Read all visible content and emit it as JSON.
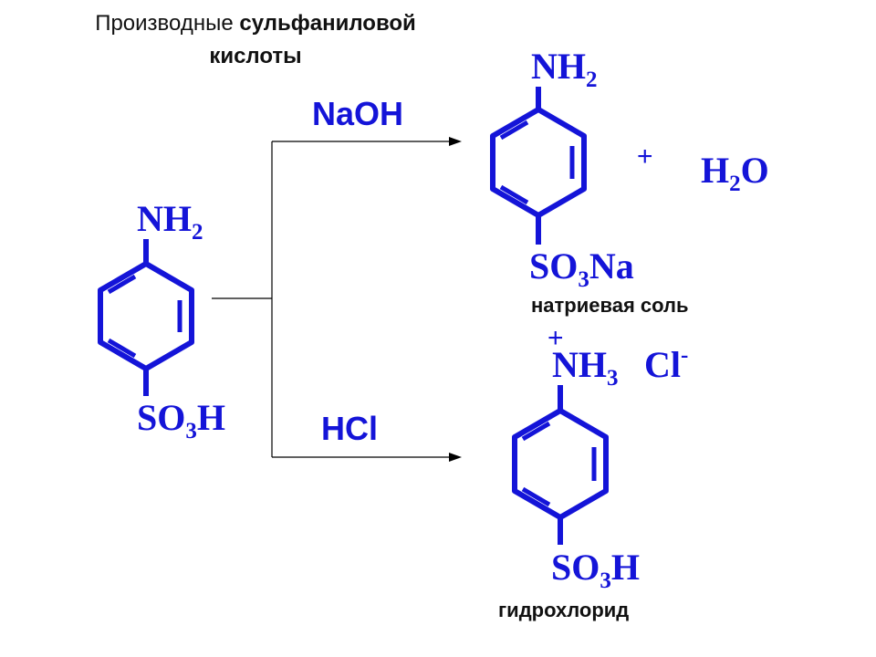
{
  "title": {
    "line1_normal": "Производные ",
    "line1_bold": "сульфаниловой",
    "line2": "кислоты"
  },
  "reagents": {
    "top": "NaOH",
    "bottom": "HCl"
  },
  "reactant": {
    "top_group": {
      "main": "NH",
      "sub": "2"
    },
    "bottom_group": {
      "main1": "SO",
      "sub": "3",
      "main2": "H"
    }
  },
  "product_sodium": {
    "top_group": {
      "main": "NH",
      "sub": "2"
    },
    "bottom_group": {
      "main1": "SO",
      "sub": "3",
      "main2": "Na"
    },
    "plus": "+",
    "byproduct": {
      "main1": "H",
      "sub": "2",
      "main2": "O"
    },
    "caption": "натриевая соль"
  },
  "product_hydrochloride": {
    "charge_plus": "+",
    "top_group": {
      "main": "NH",
      "sub": "3"
    },
    "counter_ion": {
      "main": "Cl",
      "sup": "-"
    },
    "bottom_group": {
      "main1": "SO",
      "sub": "3",
      "main2": "H"
    },
    "caption": "гидрохлорид"
  },
  "colors": {
    "structure": "#1414d8",
    "arrow": "#000000",
    "text": "#111111"
  }
}
